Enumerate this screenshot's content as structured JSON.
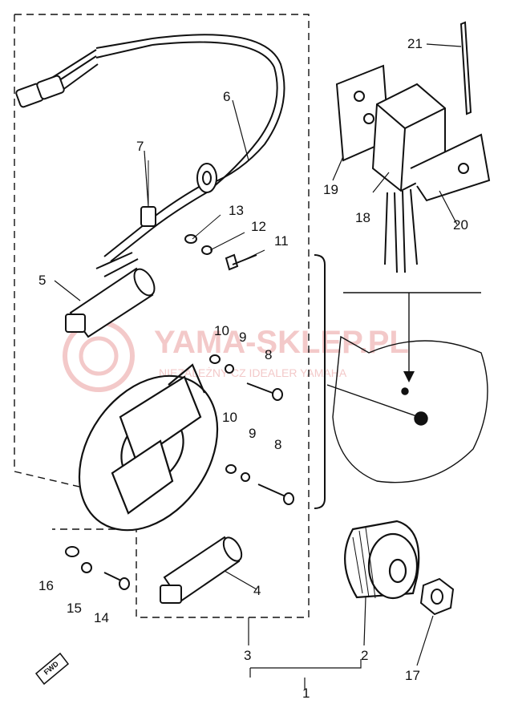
{
  "watermark": {
    "main": "YAMA-SKLEP.PL",
    "sub": "NIEZALEŻNY CZ IDEALER YAMAHA"
  },
  "fwd_label": "FWD",
  "callouts": [
    "1",
    "2",
    "3",
    "4",
    "5",
    "6",
    "7",
    "8",
    "8",
    "9",
    "9",
    "10",
    "10",
    "11",
    "12",
    "13",
    "14",
    "15",
    "16",
    "17",
    "18",
    "19",
    "20",
    "21"
  ]
}
